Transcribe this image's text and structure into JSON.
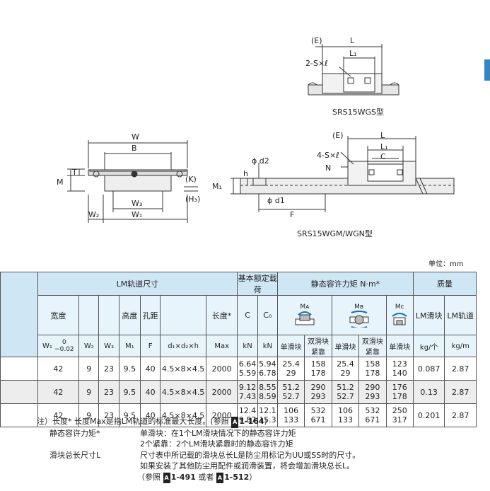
{
  "drawing_labels": {
    "top_E": "(E)",
    "top_L": "L",
    "top_L1": "L₁",
    "top_2S": "2-S×ℓ",
    "top_caption": "SRS15WGS型",
    "front_W": "W",
    "front_B": "B",
    "front_T": "T",
    "front_M": "M",
    "front_K": "(K)",
    "front_H3": "(H₃)",
    "front_W3": "W₃",
    "front_W2": "W₂",
    "front_W1": "W₁",
    "side_E": "(E)",
    "side_L": "L",
    "side_L1": "L₁",
    "side_C": "C",
    "side_4S": "4-S×ℓ",
    "side_N": "N",
    "side_d2": "ϕ d2",
    "side_h": "h",
    "side_M1": "M₁",
    "side_d1": "ϕ d1",
    "side_F": "F",
    "side_caption": "SRS15WGM/WGN型"
  },
  "unit": "单位：mm",
  "table": {
    "group_lm": "LM轨道尺寸",
    "group_load": "基本额定载荷",
    "group_static": "静态容许力矩 N·m*",
    "group_mass": "质量",
    "h_width": "宽度",
    "h_height": "高度",
    "h_pitch": "孔距",
    "h_length": "长度*",
    "h_C": "C",
    "h_C0": "C₀",
    "h_MA": "Mᴀ",
    "h_MB": "Mʙ",
    "h_MC": "Mᴄ",
    "h_mass_block": "LM滑块",
    "h_mass_rail": "LM轨道",
    "s_W1": "W₁",
    "s_W1_tol_top": "0",
    "s_W1_tol_bot": "−0.02",
    "s_W2": "W₂",
    "s_W3": "W₃",
    "s_M1": "M₁",
    "s_F": "F",
    "s_d": "d₁×d₂×h",
    "s_max": "Max",
    "s_kN1": "kN",
    "s_kN2": "kN",
    "s_single1": "单滑块",
    "s_double1": "双滑块紧靠",
    "s_single2": "单滑块",
    "s_double2": "双滑块紧靠",
    "s_single3": "单滑块",
    "s_kg_block": "kg/个",
    "s_kg_rail": "kg/m",
    "rows": [
      {
        "w1": "42",
        "w2": "9",
        "w3": "23",
        "m1": "9.5",
        "f": "40",
        "d": "4.5×8×4.5",
        "max": "2000",
        "c": [
          "6.64",
          "5.59"
        ],
        "c0": [
          "5.94",
          "6.78"
        ],
        "ma1": [
          "25.4",
          "29"
        ],
        "ma2": [
          "158",
          "178"
        ],
        "mb1": [
          "25.4",
          "29"
        ],
        "mb2": [
          "158",
          "178"
        ],
        "mc": [
          "123",
          "140"
        ],
        "mblock": "0.087",
        "mrail": "2.87"
      },
      {
        "w1": "42",
        "w2": "9",
        "w3": "23",
        "m1": "9.5",
        "f": "40",
        "d": "4.5×8×4.5",
        "max": "2000",
        "c": [
          "9.12",
          "7.43"
        ],
        "c0": [
          "8.55",
          "8.59"
        ],
        "ma1": [
          "51.2",
          "52.7"
        ],
        "ma2": [
          "290",
          "293"
        ],
        "mb1": [
          "51.2",
          "52.7"
        ],
        "mb2": [
          "290",
          "293"
        ],
        "mc": [
          "176",
          "178"
        ],
        "mblock": "0.13",
        "mrail": "2.87"
      },
      {
        "w1": "42",
        "w2": "9",
        "w3": "23",
        "m1": "9.5",
        "f": "40",
        "d": "4.5×8×4.5",
        "max": "2000",
        "c": [
          "12.4",
          "9.87"
        ],
        "c0": [
          "12.1",
          "15.3"
        ],
        "ma1": [
          "106",
          "133"
        ],
        "ma2": [
          "532",
          "671"
        ],
        "mb1": [
          "106",
          "133"
        ],
        "mb2": [
          "532",
          "671"
        ],
        "mc": [
          "250",
          "317"
        ],
        "mblock": "0.201",
        "mrail": "2.87"
      }
    ]
  },
  "notes": {
    "line1_a": "注）长度*  长度Max是指LM轨道的标准最大长度。(参照 ",
    "line1_tag": "A",
    "line1_ref": "1-164",
    "line1_b": ")",
    "line2_label": "静态容许力矩*",
    "line2_text": "单滑块：在1个LM滑块情况下的静态容许力矩",
    "line3_text": "2个紧靠：2个LM滑块紧靠时的静态容许力矩",
    "line4_label": "滑块总长尺寸L",
    "line4_text": "尺寸表中所记载的滑块总长L是防尘用标记为UU或SS时的尺寸。",
    "line5_text": "如果安装了其他防尘用配件或润滑装置，将会增加滑块总长L。",
    "line6_a": "（参照 ",
    "line6_tag1": "A",
    "line6_ref1": "1-491",
    "line6_mid": " 或者 ",
    "line6_tag2": "A",
    "line6_ref2": "1-512",
    "line6_b": "）"
  },
  "colors": {
    "header_blue": "#cfe6f5",
    "row_gray": "#ededed",
    "accent": "#2f86c9"
  }
}
